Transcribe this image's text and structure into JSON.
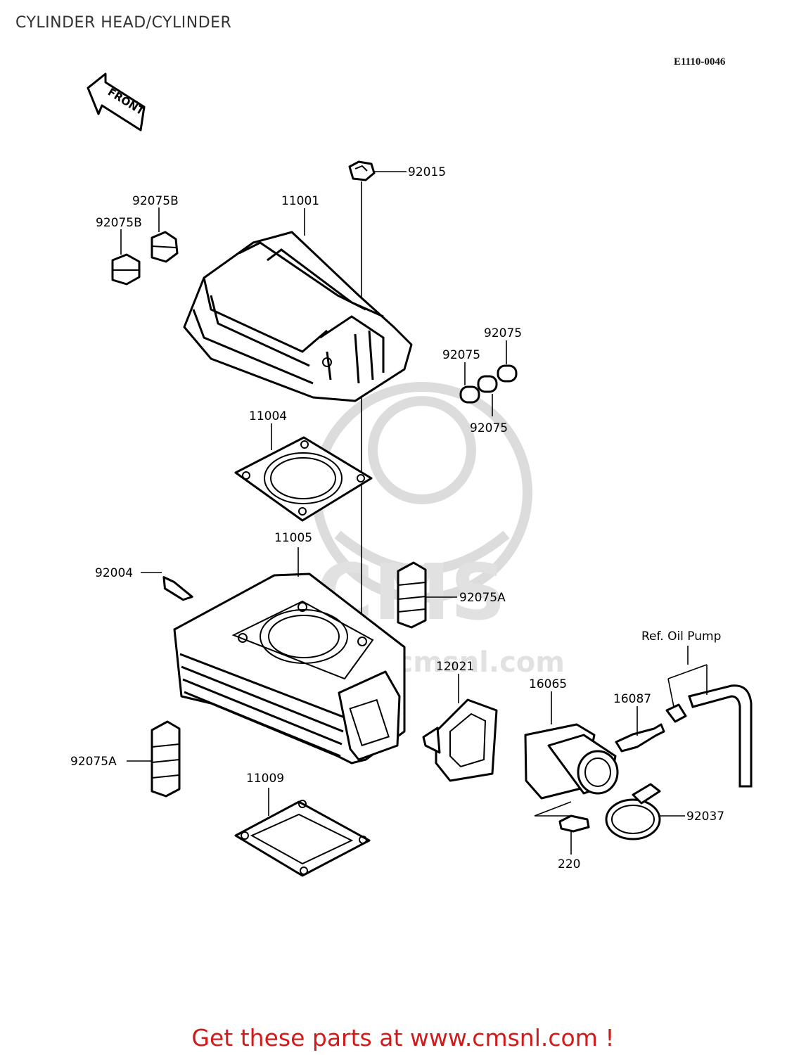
{
  "header": {
    "title": "CYLINDER HEAD/CYLINDER",
    "ref_code": "E1110-0046"
  },
  "front_indicator": "FRONT",
  "watermark": {
    "logo_text": "CMS",
    "url_text": "www.cmsnl.com"
  },
  "parts": {
    "p92015": "92015",
    "p11001": "11001",
    "p92075B_a": "92075B",
    "p92075B_b": "92075B",
    "p92075_top": "92075",
    "p92075_mid": "92075",
    "p92075_bot": "92075",
    "p11004": "11004",
    "p11005": "11005",
    "p92004": "92004",
    "p92075A_right": "92075A",
    "p92075A_left": "92075A",
    "p12021": "12021",
    "p16065": "16065",
    "p16087": "16087",
    "p_oil_pump": "Ref. Oil Pump",
    "p11009": "11009",
    "p92037": "92037",
    "p220": "220"
  },
  "footer": {
    "text": "Get these parts at www.cmsnl.com !"
  },
  "colors": {
    "footer_text": "#d11a1a",
    "line_art": "#000000",
    "watermark": "#dcdcdc"
  }
}
